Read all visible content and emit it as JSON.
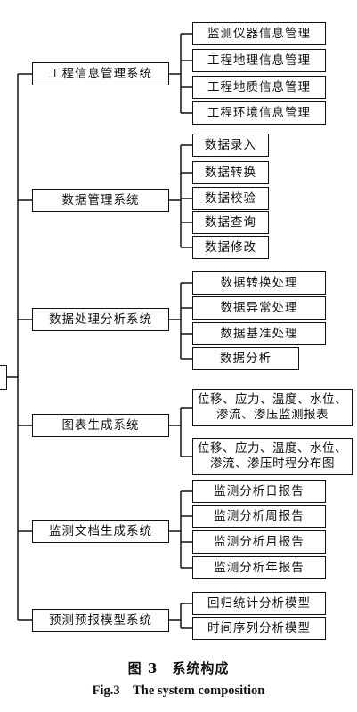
{
  "root": {
    "label": ""
  },
  "groups": [
    {
      "label": "工程信息管理系统",
      "items": [
        "监测仪器信息管理",
        "工程地理信息管理",
        "工程地质信息管理",
        "工程环境信息管理"
      ]
    },
    {
      "label": "数据管理系统",
      "items": [
        "数据录入",
        "数据转换",
        "数据校验",
        "数据查询",
        "数据修改"
      ]
    },
    {
      "label": "数据处理分析系统",
      "items": [
        "数据转换处理",
        "数据异常处理",
        "数据基准处理",
        "数据分析"
      ]
    },
    {
      "label": "图表生成系统",
      "items": [
        "位移、应力、温度、水位、渗流、渗压监测报表",
        "位移、应力、温度、水位、渗流、渗压时程分布图"
      ]
    },
    {
      "label": "监测文档生成系统",
      "items": [
        "监测分析日报告",
        "监测分析周报告",
        "监测分析月报告",
        "监测分析年报告"
      ]
    },
    {
      "label": "预测预报模型系统",
      "items": [
        "回归统计分析模型",
        "时间序列分析模型"
      ]
    }
  ],
  "caption": {
    "chinese": "图 3　系统构成",
    "english": "Fig.3　The system composition"
  }
}
